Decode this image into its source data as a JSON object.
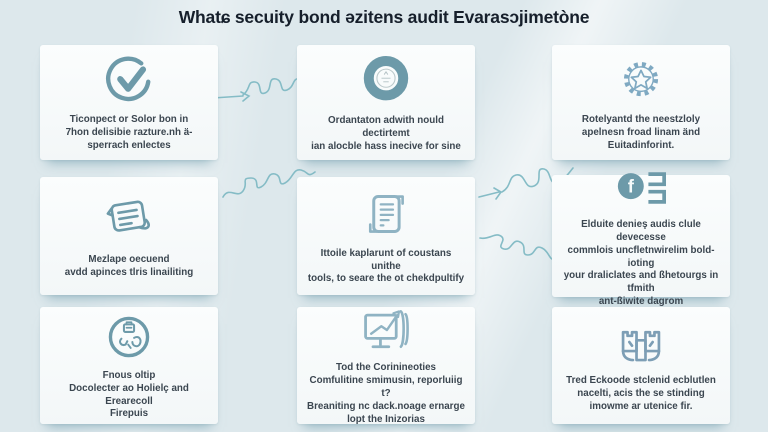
{
  "page": {
    "title": "Whatɕ secuity bond ǝzitens audit Evarasɔjimetòne",
    "colors": {
      "background": "#dde8ec",
      "card": "#f8fbfb",
      "icon_teal": "#6d9aa9",
      "icon_light_blue": "#8fb3c3",
      "title_text": "#161f2b",
      "body_text": "#3b4650",
      "squiggle": "#85bcc6"
    }
  },
  "icons": [
    "check-circle-icon",
    "ring-badge-icon",
    "gear-star-icon",
    "document-pen-icon",
    "scroll-document-icon",
    "social-list-icon",
    "circle-tools-icon",
    "monitor-chart-icon",
    "fortress-icon"
  ],
  "cards": [
    {
      "text": "Ticonpect or Solor bon in\n7hon delisibie razture.nh ä-\nsperrach enlectes"
    },
    {
      "text": "Ordantaton adwith nould dectirtemt\nian alocble hass inecive for sine"
    },
    {
      "text": "Rotelyantd the neestzloly\napelnesn froad linam änd\nEuitadinforint."
    },
    {
      "text": "Mezlape oecuend\navdd apinces tlris linailiting"
    },
    {
      "text": "Ittoile kaplarunt of coustans unithe\ntools, to seare the ot chekdpultify"
    },
    {
      "text": "Elduite denieş audis clule devecesse\ncommlois uncfletnwirelim bold-ioting\nyour draliclates and ßhetourgs in tfmith\nant-ßiwite dagrom"
    },
    {
      "text": "Fnous oltip\nDocolecter ao Holielç and Erearecoll\nFirepuis"
    },
    {
      "text": "Tod the Corinineoties\nComfulitine smimusin, reporluiig t?\nBreaniting nc dack.noage ernarge\nlopt the Inizorias"
    },
    {
      "text": "Tred Eckoode stclenid ecblutlen\nnacelti, acis the se stinding\nimowme ar utenice fir."
    }
  ]
}
